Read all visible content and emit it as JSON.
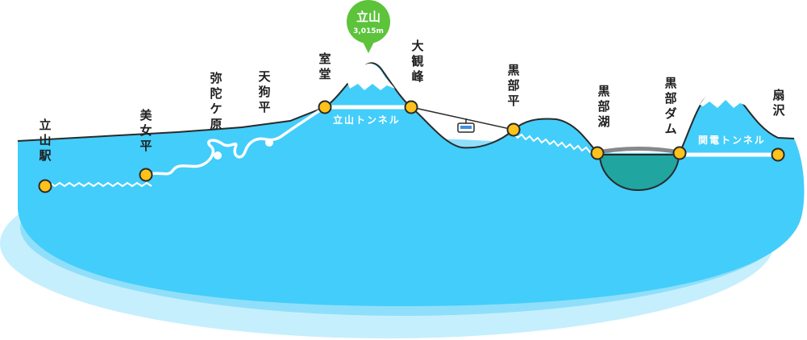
{
  "colors": {
    "sky_blue": "#43cdfa",
    "pale_blue": "#c6effd",
    "mid_blue": "#8fdffb",
    "snow": "#ffffff",
    "outline": "#2a2a2a",
    "station": "#ffc21a",
    "lake": "#21a5a0",
    "peak_bubble": "#5cc33a",
    "dam": "#888888"
  },
  "peak": {
    "name": "立山",
    "height": "3,015m"
  },
  "stations": [
    {
      "id": "tateyama-station",
      "label_lines": [
        "立",
        "山",
        "駅"
      ]
    },
    {
      "id": "bijodaira",
      "label_lines": [
        "美",
        "女",
        "平"
      ]
    },
    {
      "id": "midagahara",
      "label_lines": [
        "弥",
        "陀",
        "ケ",
        "原"
      ]
    },
    {
      "id": "tengudaira",
      "label_lines": [
        "天",
        "狗",
        "平"
      ]
    },
    {
      "id": "murodo",
      "label_lines": [
        "室",
        "堂"
      ]
    },
    {
      "id": "daikanbo",
      "label_lines": [
        "大",
        "観",
        "峰"
      ]
    },
    {
      "id": "kurobedaira",
      "label_lines": [
        "黒",
        "部",
        "平"
      ]
    },
    {
      "id": "kurobe-lake",
      "label_lines": [
        "黒",
        "部",
        "湖"
      ]
    },
    {
      "id": "kurobe-dam",
      "label_lines": [
        "黒",
        "部",
        "ダ",
        "ム"
      ]
    },
    {
      "id": "ogizawa",
      "label_lines": [
        "扇",
        "沢"
      ]
    }
  ],
  "tunnels": {
    "tateyama": "立山トンネル",
    "kanden": "関電トンネル"
  },
  "icons": {
    "ropeway": "ropeway-gondola-icon",
    "station": "station-dot-icon",
    "waypoint": "waypoint-dot-icon"
  }
}
